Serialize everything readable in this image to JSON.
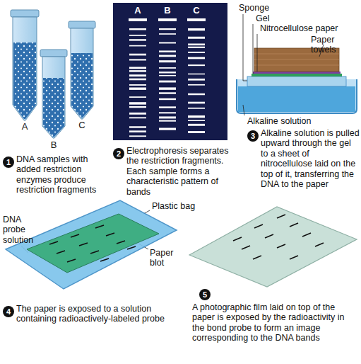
{
  "diagram": {
    "labels": [
      "A",
      "B",
      "C",
      "1",
      "DNA samples with added restriction enzymes produce restriction fragments",
      "A",
      "B",
      "C",
      "2",
      "Electrophoresis separates the restriction fragments. Each sample forms a characteristic pattern of bands",
      "Sponge",
      "Gel",
      "Nitrocellulose paper",
      "Paper towels",
      "Alkaline solution",
      "3",
      "Alkaline solution is pulled upward through the gel to a sheet of nitrocellulose laid on the top of it, transferring the DNA to the paper",
      "Plastic bag",
      "DNA probe solution",
      "Paper blot",
      "4",
      "The paper is exposed to a solution containing radioactively-labeled probe",
      "5",
      "A photographic film laid on top of the paper is exposed by the radioactivity in the bond probe to form an image corresponding to the DNA bands"
    ]
  }
}
